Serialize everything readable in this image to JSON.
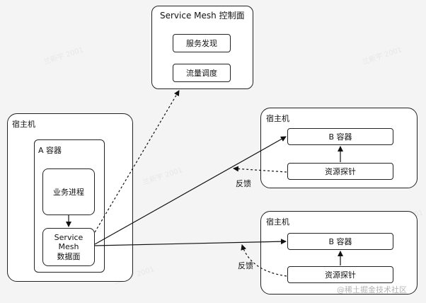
{
  "control_plane": {
    "title": "Service Mesh 控制面",
    "items": [
      "服务发现",
      "流量调度"
    ]
  },
  "host_a": {
    "title": "宿主机",
    "container_title": "A 容器",
    "business_process": "业务进程",
    "data_plane_lines": [
      "Service",
      "Mesh",
      "数据面"
    ]
  },
  "host_b1": {
    "title": "宿主机",
    "container": "B 容器",
    "probe": "资源探针",
    "feedback": "反馈"
  },
  "host_b2": {
    "title": "宿主机",
    "container": "B 容器",
    "probe": "资源探针",
    "feedback": "反馈"
  },
  "watermark": "@稀土掘金技术社区",
  "faint_watermark": "兰新宇 2001"
}
